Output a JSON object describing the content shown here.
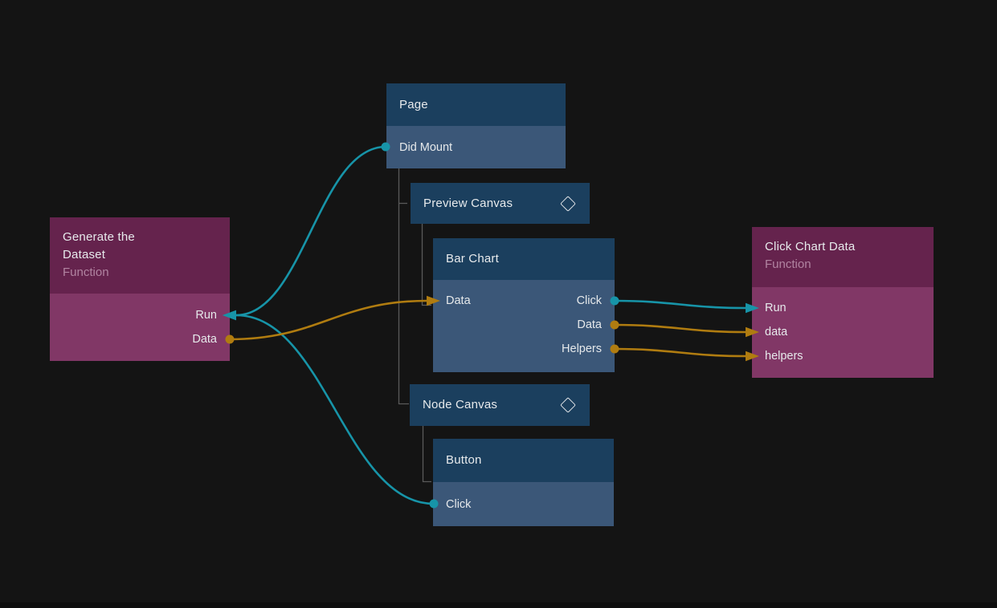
{
  "app": {
    "view": "node-graph-editor"
  },
  "colors": {
    "background": "#141414",
    "teal_wire": "#1794a8",
    "orange_wire": "#b07c10",
    "hierarchy_line": "#5a5a5a",
    "blue_node_header": "#1b3f5e",
    "blue_node_body": "#3b5778",
    "purple_node_header": "#65234d",
    "purple_node_body": "#813766",
    "title_text": "#e7eaec",
    "subtitle_text": "#b184a1"
  },
  "nodes": {
    "generate_dataset": {
      "title": "Generate the Dataset",
      "subtitle": "Function",
      "outputs": [
        {
          "label": "Run"
        },
        {
          "label": "Data"
        }
      ]
    },
    "page": {
      "title": "Page",
      "outputs": [
        {
          "label": "Did Mount"
        }
      ]
    },
    "preview_canvas": {
      "title": "Preview Canvas",
      "icon": "component-diamond-icon"
    },
    "bar_chart": {
      "title": "Bar Chart",
      "inputs": [
        {
          "label": "Data"
        }
      ],
      "outputs": [
        {
          "label": "Click"
        },
        {
          "label": "Data"
        },
        {
          "label": "Helpers"
        }
      ]
    },
    "node_canvas": {
      "title": "Node Canvas",
      "icon": "component-diamond-icon"
    },
    "button": {
      "title": "Button",
      "outputs": [
        {
          "label": "Click"
        }
      ]
    },
    "click_chart_data": {
      "title": "Click Chart Data",
      "subtitle": "Function",
      "inputs": [
        {
          "label": "Run"
        },
        {
          "label": "data"
        },
        {
          "label": "helpers"
        }
      ]
    }
  },
  "edges": [
    {
      "from": "page.didmount",
      "to": "generate.run",
      "color": "teal_wire"
    },
    {
      "from": "button.click",
      "to": "generate.run",
      "color": "teal_wire"
    },
    {
      "from": "generate.data",
      "to": "barchart.data_in",
      "color": "orange_wire"
    },
    {
      "from": "barchart.click",
      "to": "ccd.run",
      "color": "teal_wire"
    },
    {
      "from": "barchart.data",
      "to": "ccd.data",
      "color": "orange_wire"
    },
    {
      "from": "barchart.helpers",
      "to": "ccd.helpers",
      "color": "orange_wire"
    }
  ]
}
